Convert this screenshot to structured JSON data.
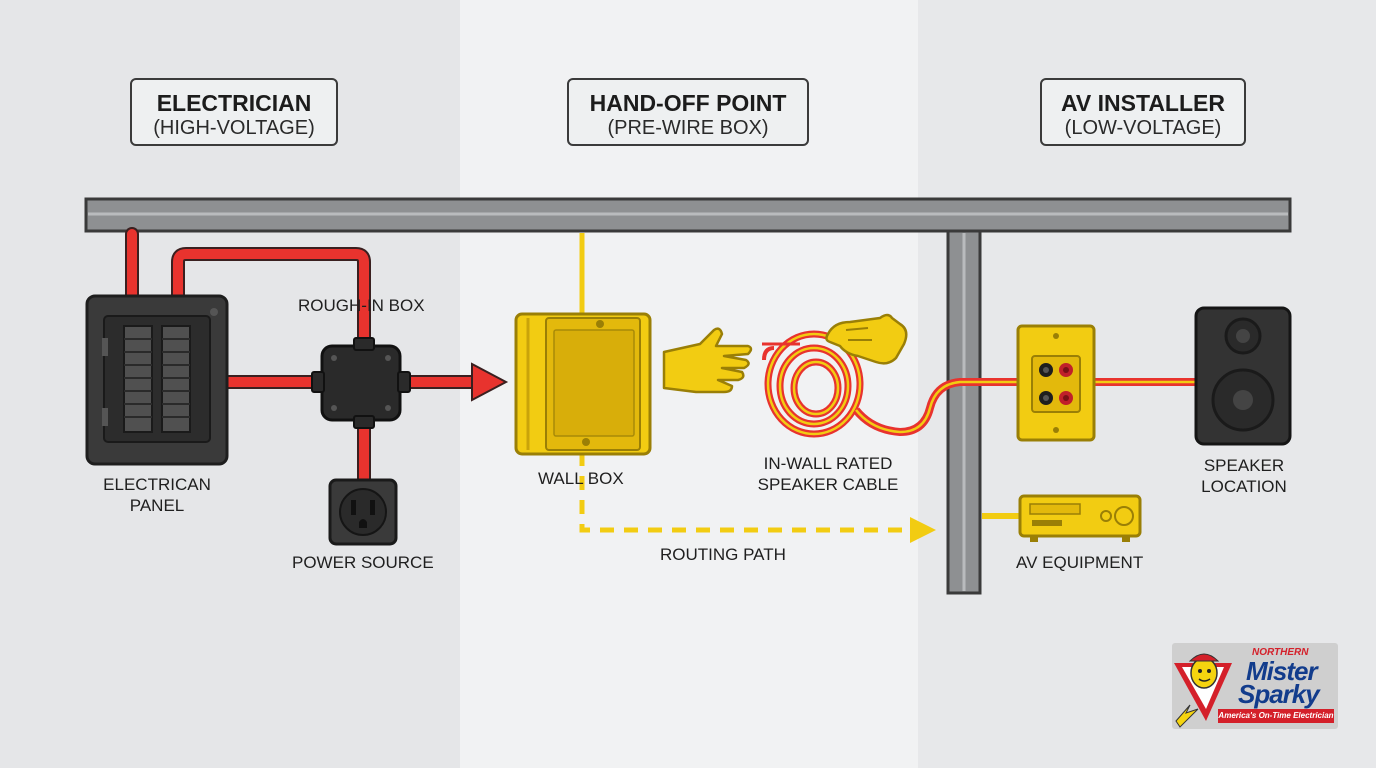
{
  "sections": {
    "electrician": {
      "title": "ELECTRICIAN",
      "subtitle": "(HIGH-VOLTAGE)"
    },
    "handoff": {
      "title": "HAND-OFF POINT",
      "subtitle": "(PRE-WIRE BOX)"
    },
    "av_installer": {
      "title": "AV INSTALLER",
      "subtitle": "(LOW-VOLTAGE)"
    }
  },
  "labels": {
    "rough_in_box": "ROUGH-IN BOX",
    "panel_line1": "ELECTRICAN",
    "panel_line2": "PANEL",
    "power_source": "POWER SOURCE",
    "wall_box": "WALL BOX",
    "cable_line1": "IN-WALL RATED",
    "cable_line2": "SPEAKER CABLE",
    "routing_path": "ROUTING PATH",
    "speaker_line1": "SPEAKER",
    "speaker_line2": "LOCATION",
    "av_equipment": "AV EQUIPMENT"
  },
  "logo": {
    "northern": "NORTHERN",
    "mister": "Mister",
    "sparky": "Sparky",
    "tagline": "America's On-Time Electrician"
  },
  "colors": {
    "high_voltage": "#e8332e",
    "low_voltage": "#f2cc12",
    "frame": "#8e9092",
    "device_dark": "#3a3a3a"
  },
  "icons": [
    "breaker-panel-icon",
    "junction-box-icon",
    "outlet-icon",
    "wall-box-icon",
    "hand-icon",
    "cable-coil-icon",
    "wall-plate-icon",
    "speaker-icon",
    "av-receiver-icon"
  ]
}
